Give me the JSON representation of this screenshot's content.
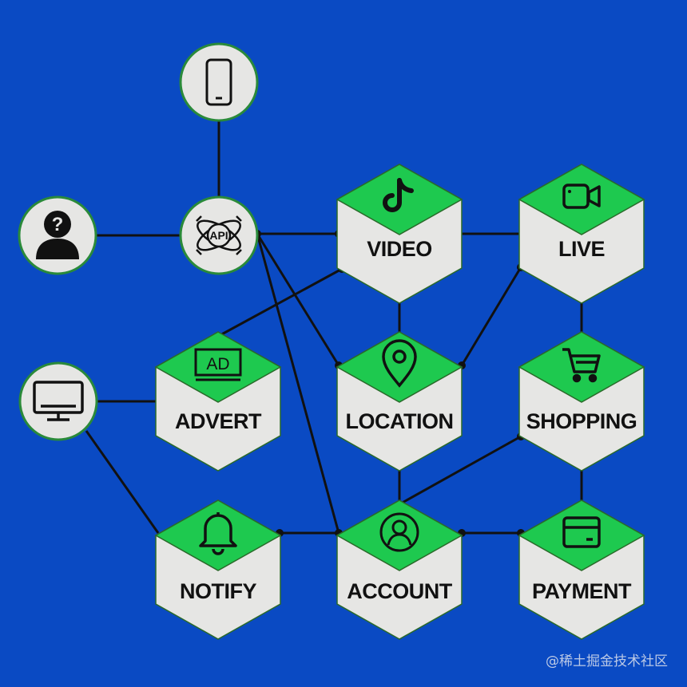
{
  "colors": {
    "background": "#0a4ac3",
    "hex_body": "#e6e6e4",
    "hex_top": "#1ec94f",
    "circle_fill": "#e6e6e4",
    "circle_border": "#2a8a3a",
    "line": "#111111"
  },
  "circles": [
    {
      "id": "phone",
      "icon": "smartphone-icon"
    },
    {
      "id": "user",
      "icon": "unknown-user-icon"
    },
    {
      "id": "api",
      "icon": "api-icon",
      "label": "API"
    },
    {
      "id": "monitor",
      "icon": "monitor-icon"
    }
  ],
  "hexagons": [
    {
      "id": "video",
      "label": "VIDEO",
      "icon": "tiktok-icon"
    },
    {
      "id": "live",
      "label": "LIVE",
      "icon": "video-camera-icon"
    },
    {
      "id": "advert",
      "label": "ADVERT",
      "icon": "ad-icon",
      "icon_text": "AD"
    },
    {
      "id": "location",
      "label": "LOCATION",
      "icon": "location-pin-icon"
    },
    {
      "id": "shopping",
      "label": "SHOPPING",
      "icon": "shopping-cart-icon"
    },
    {
      "id": "notify",
      "label": "NOTIFY",
      "icon": "bell-icon"
    },
    {
      "id": "account",
      "label": "ACCOUNT",
      "icon": "user-circle-icon"
    },
    {
      "id": "payment",
      "label": "PAYMENT",
      "icon": "credit-card-icon"
    }
  ],
  "edges": [
    [
      "phone",
      "api"
    ],
    [
      "user",
      "api"
    ],
    [
      "api",
      "video"
    ],
    [
      "video",
      "live"
    ],
    [
      "video",
      "advert"
    ],
    [
      "video",
      "location"
    ],
    [
      "live",
      "location"
    ],
    [
      "live",
      "shopping"
    ],
    [
      "api",
      "location"
    ],
    [
      "api",
      "account"
    ],
    [
      "monitor",
      "advert"
    ],
    [
      "monitor",
      "notify"
    ],
    [
      "location",
      "account"
    ],
    [
      "shopping",
      "account"
    ],
    [
      "shopping",
      "payment"
    ],
    [
      "notify",
      "account"
    ],
    [
      "account",
      "payment"
    ]
  ],
  "watermark": "@稀土掘金技术社区"
}
